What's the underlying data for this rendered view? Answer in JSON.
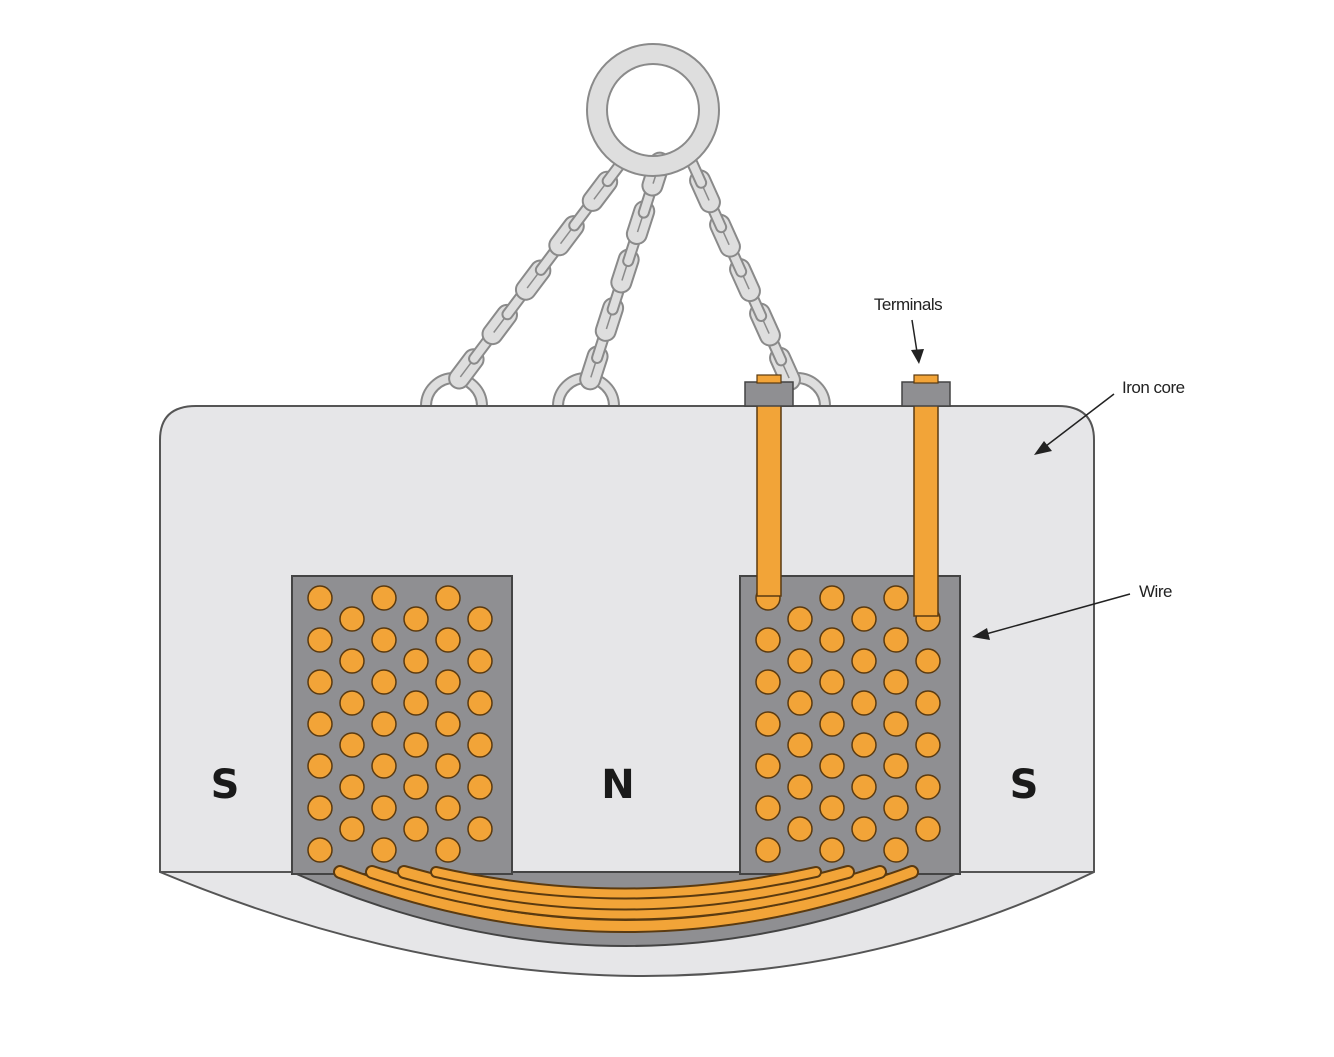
{
  "labels": {
    "terminals": "Terminals",
    "iron_core": "Iron core",
    "wire": "Wire"
  },
  "poles": {
    "left": "S",
    "center": "N",
    "right": "S"
  },
  "colors": {
    "core_fill": "#e6e6e8",
    "core_stroke": "#555555",
    "slot_fill": "#8f8f92",
    "wire_fill": "#f2a438",
    "wire_stroke": "#5a3a10",
    "chain_fill": "#dedede",
    "chain_stroke": "#8a8a8a"
  },
  "icons": {
    "hanging_ring": "ring-icon",
    "chain": "chain-icon"
  }
}
